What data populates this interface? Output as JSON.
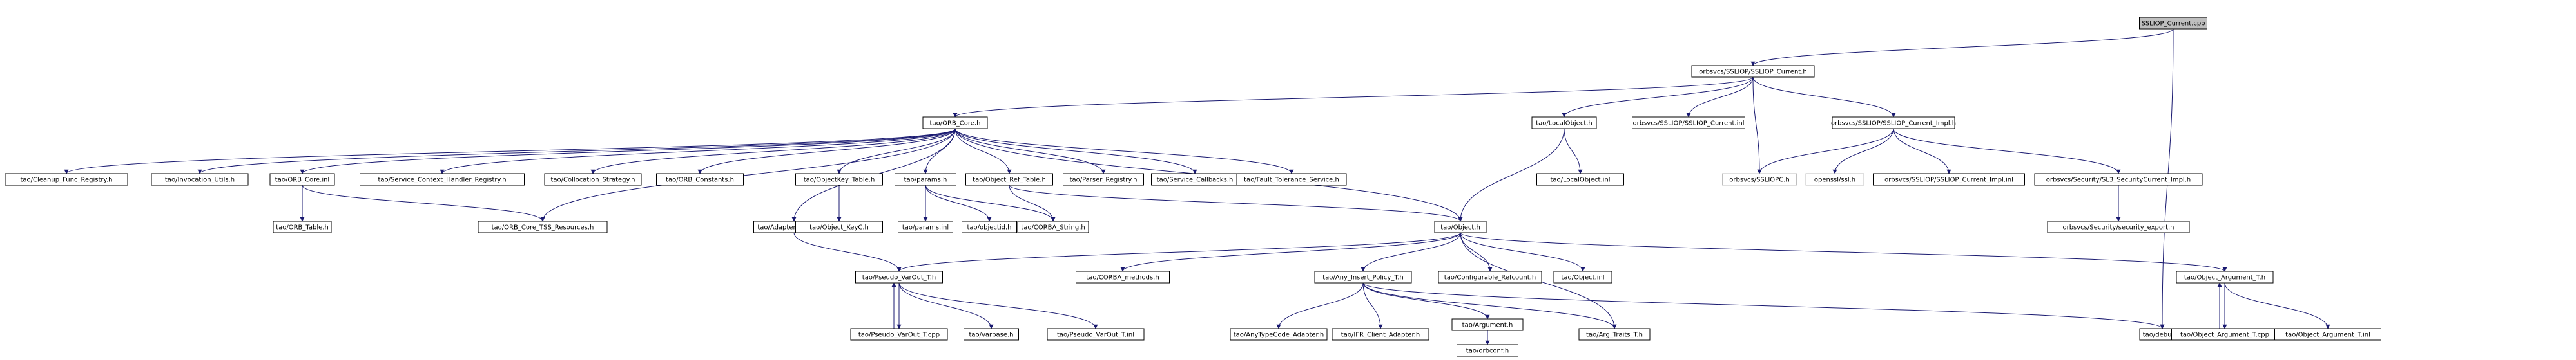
{
  "graph": {
    "root": "SSLIOP_Current.cpp",
    "nodes": [
      {
        "id": "n0",
        "label": "SSLIOP_Current.cpp",
        "root": true
      },
      {
        "id": "n1",
        "label": "orbsvcs/SSLIOP/SSLIOP_Current.h"
      },
      {
        "id": "n2",
        "label": "tao/ORB_Core.h"
      },
      {
        "id": "n3",
        "label": "tao/LocalObject.h"
      },
      {
        "id": "n4",
        "label": "orbsvcs/SSLIOP/SSLIOP_Current.inl"
      },
      {
        "id": "n5",
        "label": "orbsvcs/SSLIOP/SSLIOP_Current_Impl.h"
      },
      {
        "id": "n6",
        "label": "orbsvcs/SSLIOPC.h",
        "nolink": true
      },
      {
        "id": "n7",
        "label": "tao/debug.h"
      },
      {
        "id": "n8",
        "label": "tao/Cleanup_Func_Registry.h"
      },
      {
        "id": "n9",
        "label": "tao/Invocation_Utils.h"
      },
      {
        "id": "n10",
        "label": "tao/ORB_Core.inl"
      },
      {
        "id": "n11",
        "label": "tao/Service_Context_Handler_Registry.h"
      },
      {
        "id": "n12",
        "label": "tao/Collocation_Strategy.h"
      },
      {
        "id": "n13",
        "label": "tao/ORB_Constants.h"
      },
      {
        "id": "n14",
        "label": "tao/ObjectKey_Table.h"
      },
      {
        "id": "n15",
        "label": "tao/params.h"
      },
      {
        "id": "n16",
        "label": "tao/Object_Ref_Table.h"
      },
      {
        "id": "n17",
        "label": "tao/Parser_Registry.h"
      },
      {
        "id": "n18",
        "label": "tao/Service_Callbacks.h"
      },
      {
        "id": "n19",
        "label": "tao/Fault_Tolerance_Service.h"
      },
      {
        "id": "n20",
        "label": "tao/LocalObject.inl"
      },
      {
        "id": "n21",
        "label": "openssl/ssl.h",
        "nolink": true
      },
      {
        "id": "n22",
        "label": "orbsvcs/SSLIOP/SSLIOP_Current_Impl.inl"
      },
      {
        "id": "n23",
        "label": "orbsvcs/Security/SL3_SecurityCurrent_Impl.h"
      },
      {
        "id": "n24",
        "label": "tao/ORB_Table.h"
      },
      {
        "id": "n25",
        "label": "tao/ORB_Core_TSS_Resources.h"
      },
      {
        "id": "n26",
        "label": "tao/Adapter_Registry.h"
      },
      {
        "id": "n27",
        "label": "tao/Object_KeyC.h"
      },
      {
        "id": "n28",
        "label": "tao/params.inl"
      },
      {
        "id": "n29",
        "label": "tao/objectid.h"
      },
      {
        "id": "n30",
        "label": "tao/CORBA_String.h"
      },
      {
        "id": "n31",
        "label": "tao/Object.h"
      },
      {
        "id": "n32",
        "label": "orbsvcs/Security/security_export.h"
      },
      {
        "id": "n33",
        "label": "tao/Pseudo_VarOut_T.h"
      },
      {
        "id": "n34",
        "label": "tao/CORBA_methods.h"
      },
      {
        "id": "n35",
        "label": "tao/Any_Insert_Policy_T.h"
      },
      {
        "id": "n36",
        "label": "tao/Configurable_Refcount.h"
      },
      {
        "id": "n37",
        "label": "tao/Object.inl"
      },
      {
        "id": "n38",
        "label": "tao/Object_Argument_T.h"
      },
      {
        "id": "n39",
        "label": "tao/Pseudo_VarOut_T.cpp"
      },
      {
        "id": "n40",
        "label": "tao/varbase.h"
      },
      {
        "id": "n41",
        "label": "tao/Pseudo_VarOut_T.inl"
      },
      {
        "id": "n42",
        "label": "tao/AnyTypeCode_Adapter.h"
      },
      {
        "id": "n43",
        "label": "tao/IFR_Client_Adapter.h"
      },
      {
        "id": "n44",
        "label": "tao/Argument.h"
      },
      {
        "id": "n45",
        "label": "tao/Arg_Traits_T.h"
      },
      {
        "id": "n46",
        "label": "tao/Object_Argument_T.cpp"
      },
      {
        "id": "n47",
        "label": "tao/Object_Argument_T.inl"
      },
      {
        "id": "n48",
        "label": "tao/orbconf.h"
      }
    ],
    "edges": [
      [
        "n0",
        "n1"
      ],
      [
        "n0",
        "n7"
      ],
      [
        "n1",
        "n2"
      ],
      [
        "n1",
        "n3"
      ],
      [
        "n1",
        "n4"
      ],
      [
        "n1",
        "n5"
      ],
      [
        "n1",
        "n6"
      ],
      [
        "n2",
        "n8"
      ],
      [
        "n2",
        "n9"
      ],
      [
        "n2",
        "n10"
      ],
      [
        "n2",
        "n11"
      ],
      [
        "n2",
        "n12"
      ],
      [
        "n2",
        "n13"
      ],
      [
        "n2",
        "n14"
      ],
      [
        "n2",
        "n15"
      ],
      [
        "n2",
        "n16"
      ],
      [
        "n2",
        "n17"
      ],
      [
        "n2",
        "n18"
      ],
      [
        "n2",
        "n19"
      ],
      [
        "n2",
        "n25"
      ],
      [
        "n2",
        "n26"
      ],
      [
        "n2",
        "n31"
      ],
      [
        "n10",
        "n24"
      ],
      [
        "n10",
        "n25"
      ],
      [
        "n3",
        "n20"
      ],
      [
        "n3",
        "n31"
      ],
      [
        "n5",
        "n6"
      ],
      [
        "n5",
        "n21"
      ],
      [
        "n5",
        "n22"
      ],
      [
        "n5",
        "n23"
      ],
      [
        "n23",
        "n32"
      ],
      [
        "n14",
        "n27"
      ],
      [
        "n15",
        "n28"
      ],
      [
        "n15",
        "n29"
      ],
      [
        "n15",
        "n30"
      ],
      [
        "n16",
        "n30"
      ],
      [
        "n16",
        "n31"
      ],
      [
        "n26",
        "n33"
      ],
      [
        "n31",
        "n33"
      ],
      [
        "n31",
        "n34"
      ],
      [
        "n31",
        "n35"
      ],
      [
        "n31",
        "n36"
      ],
      [
        "n31",
        "n37"
      ],
      [
        "n31",
        "n38"
      ],
      [
        "n31",
        "n45"
      ],
      [
        "n33",
        "n39"
      ],
      [
        "n39",
        "n33"
      ],
      [
        "n33",
        "n40"
      ],
      [
        "n33",
        "n41"
      ],
      [
        "n35",
        "n42"
      ],
      [
        "n35",
        "n43"
      ],
      [
        "n35",
        "n44"
      ],
      [
        "n35",
        "n45"
      ],
      [
        "n35",
        "n7"
      ],
      [
        "n44",
        "n48"
      ],
      [
        "n38",
        "n46"
      ],
      [
        "n46",
        "n38"
      ],
      [
        "n38",
        "n47"
      ]
    ]
  }
}
